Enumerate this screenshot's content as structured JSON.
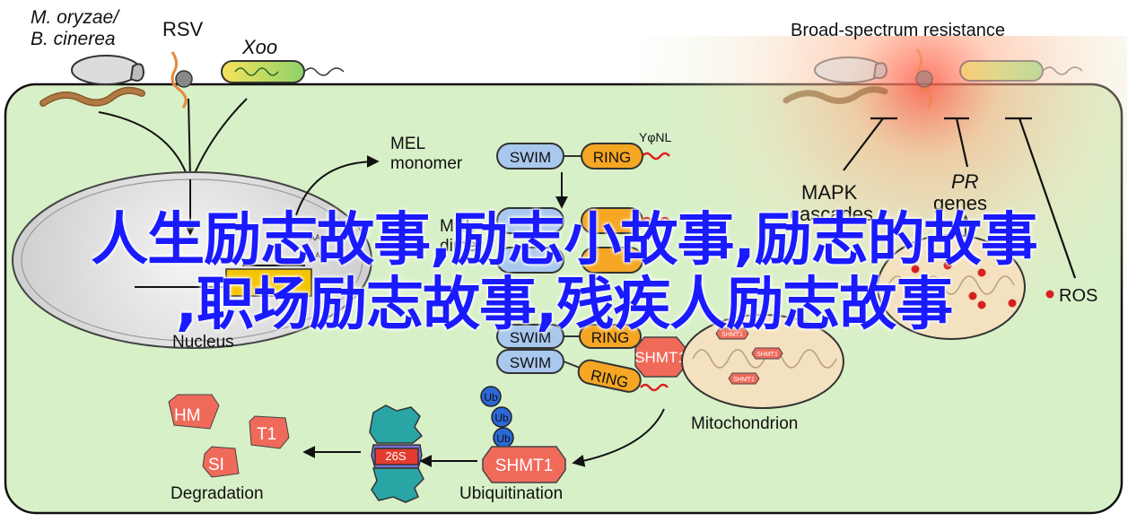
{
  "pathogens": {
    "fungus_line1": "M. oryzae/",
    "fungus_line2": "B. cinerea",
    "virus": "RSV",
    "bacterium": "Xoo"
  },
  "resistance_title": "Broad-spectrum resistance",
  "nucleus_label": "Nucleus",
  "mel_monomer_line1": "MEL",
  "mel_monomer_line2": "monomer",
  "mel_dimer_line1": "MEL",
  "mel_dimer_line2": "dimer",
  "domains": {
    "swim": "SWIM",
    "ring": "RING",
    "motif": "YφNL"
  },
  "small_text": {
    "aaa": "AAA",
    "ub": "Ub",
    "proteasome": "26S",
    "shmt1_small": "SHMT1"
  },
  "shmt1": "SHMT1",
  "fragments": [
    "HM",
    "T1",
    "SI"
  ],
  "mapk_line1": "MAPK",
  "mapk_line2": "cascades",
  "pr_line1": "PR",
  "pr_line2": "genes",
  "ros": "ROS",
  "mitochondrion": "Mitochondrion",
  "ubiquitination": "Ubiquitination",
  "degradation": "Degradation",
  "overlay_line1": "人生励志故事,励志小故事,励志的故事",
  "overlay_line2": ",职场励志故事,残疾人励志故事",
  "colors": {
    "cell_fill": "#d8f0c8",
    "ring_orange": "#f5a623",
    "swim_blue": "#a9c8ee",
    "shmt_red": "#f06a5a",
    "overlay_blue": "#1a1aff"
  }
}
